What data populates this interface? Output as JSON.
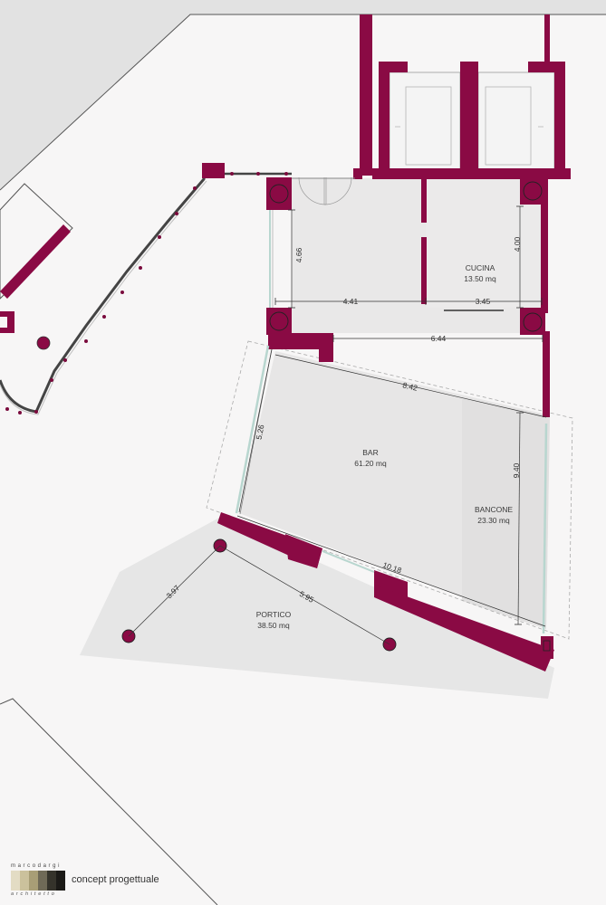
{
  "rooms": {
    "cucina": {
      "name": "CUCINA",
      "area": "13.50 mq"
    },
    "bar": {
      "name": "BAR",
      "area": "61.20 mq"
    },
    "bancone": {
      "name": "BANCONE",
      "area": "23.30 mq"
    },
    "portico": {
      "name": "PORTICO",
      "area": "38.50 mq"
    }
  },
  "dimensions": {
    "d466": "4.66",
    "d400": "4.00",
    "d441": "4.41",
    "d345": "3.45",
    "d644": "6.44",
    "d842": "8.42",
    "d526": "5.26",
    "d940": "9.40",
    "d1018": "10.18",
    "d397": "3.97",
    "d595": "5.95"
  },
  "logo": {
    "name": "marcodargi",
    "subtitle": "architetto",
    "tagline": "concept progettuale",
    "swatches": [
      "#e3dcc4",
      "#cbc19c",
      "#a89e76",
      "#6f6a57",
      "#35332b",
      "#1b1a17"
    ]
  },
  "colors": {
    "wall": "#8a0a44",
    "background": "#f7f6f6",
    "floor": "#e9e8e8",
    "outside": "#e2e2e2"
  }
}
